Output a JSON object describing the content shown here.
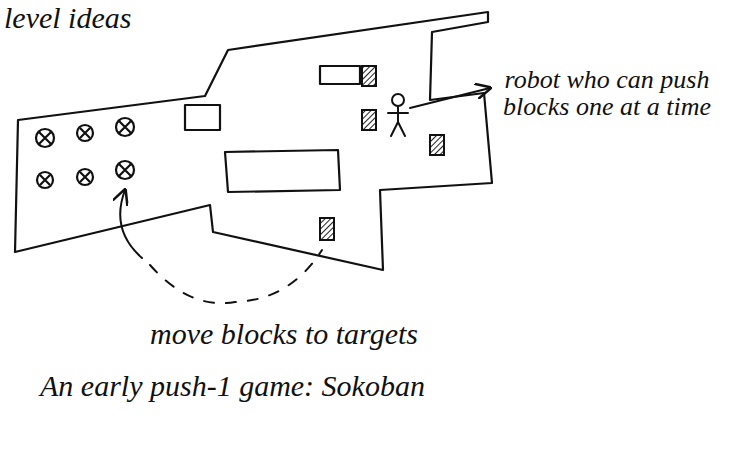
{
  "diagram": {
    "title": "level ideas",
    "labels": [
      "robot who can push blocks one at a time",
      "move blocks to targets",
      "An early push-1 game: Sokoban"
    ]
  }
}
